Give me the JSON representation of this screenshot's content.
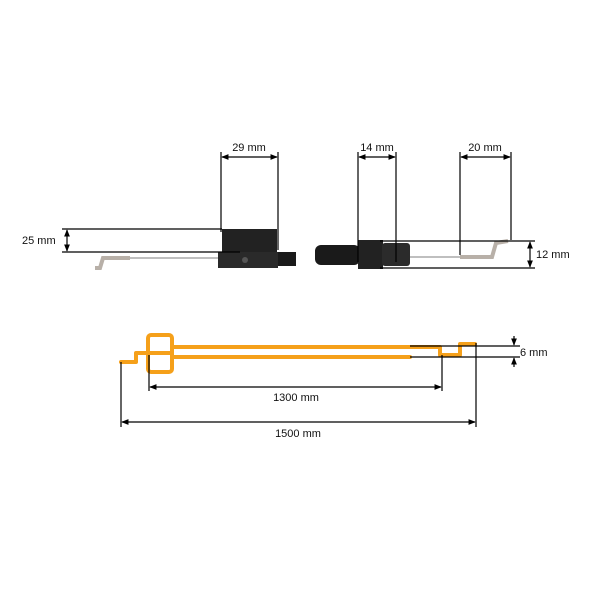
{
  "dimensions": {
    "end_a_width": "29 mm",
    "end_a_height": "25 mm",
    "end_b_connector_width": "14 mm",
    "end_b_hook_width": "20 mm",
    "end_b_height": "12 mm",
    "inner_length": "1300 mm",
    "total_length": "1500 mm",
    "offset": "6 mm"
  },
  "colors": {
    "cable_outline": "#f5a01a",
    "dimension_lines": "#000000",
    "cable_body": "#1a1a1a",
    "wire": "#b5aea6"
  }
}
